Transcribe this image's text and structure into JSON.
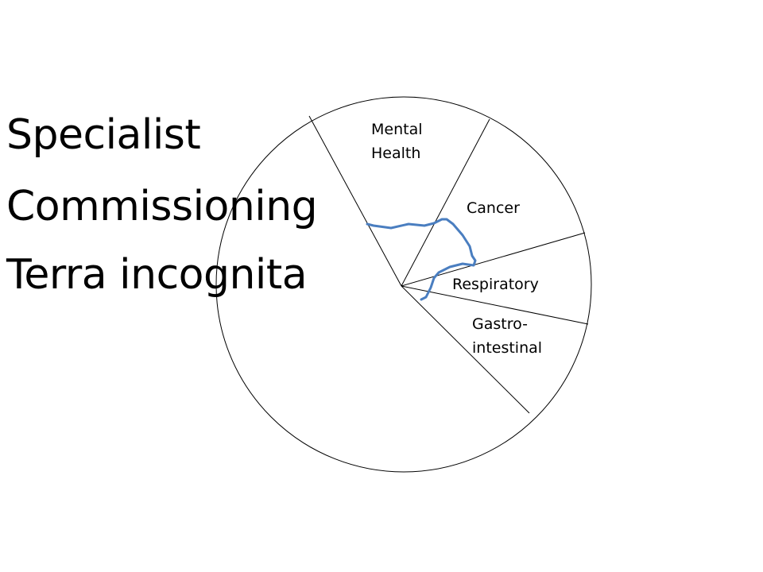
{
  "title": {
    "lines": [
      "Specialist",
      "Commissioning",
      "Terra incognita"
    ]
  },
  "pie": {
    "segments": [
      {
        "label": "Mental Health",
        "label_lines": [
          "Mental",
          "Health"
        ]
      },
      {
        "label": "Cancer",
        "label_lines": [
          "Cancer"
        ]
      },
      {
        "label": "Respiratory",
        "label_lines": [
          "Respiratory"
        ]
      },
      {
        "label": "Gastro-intestinal",
        "label_lines": [
          "Gastro-",
          "intestinal"
        ]
      },
      {
        "label": "",
        "label_lines": []
      }
    ],
    "outline_color": "#000000",
    "fill_color": "#ffffff",
    "path_color": "#4a7ec0"
  }
}
